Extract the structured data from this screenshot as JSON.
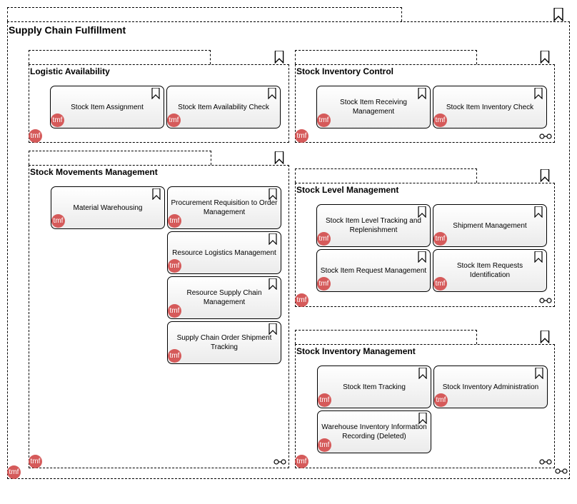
{
  "diagram": {
    "title": "Supply Chain Fulfillment",
    "badge": "tmf",
    "groups": [
      {
        "title": "Logistic Availability",
        "items": [
          "Stock Item Assignment",
          "Stock Item Availability Check"
        ]
      },
      {
        "title": "Stock Inventory Control",
        "items": [
          "Stock Item Receiving Management",
          "Stock Item Inventory Check"
        ]
      },
      {
        "title": "Stock Movements Management",
        "items": [
          "Material Warehousing",
          "Procurement Requisition to Order Management",
          "Resource Logistics Management",
          "Resource Supply Chain Management",
          "Supply Chain Order Shipment Tracking"
        ]
      },
      {
        "title": "Stock Level Management",
        "items": [
          "Stock Item Level Tracking and Replenishment",
          "Shipment Management",
          "Stock Item Request Management",
          "Stock Item Requests Identification"
        ]
      },
      {
        "title": "Stock Inventory Management",
        "items": [
          "Stock Item Tracking",
          "Stock Inventory Administration",
          "Warehouse Inventory Information Recording (Deleted)"
        ]
      }
    ]
  },
  "colors": {
    "badge": "#d55a5a",
    "border": "#000000",
    "card_top": "#ffffff",
    "card_bottom": "#ebebeb"
  },
  "icons": {
    "function": "bookmark-icon",
    "link": "chain-link-icon"
  }
}
